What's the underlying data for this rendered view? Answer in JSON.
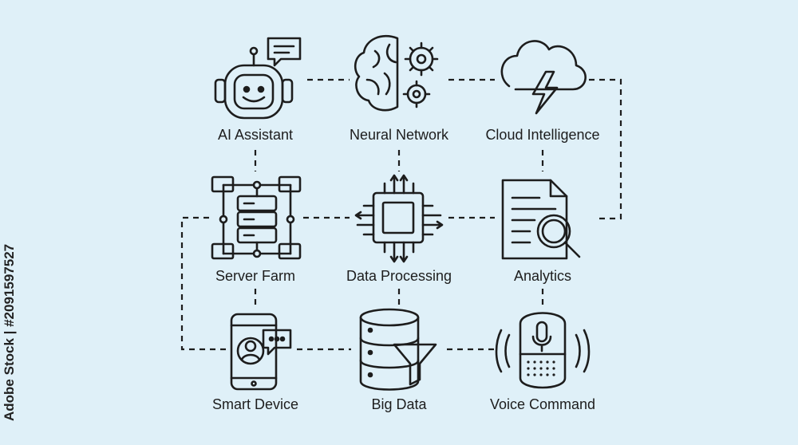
{
  "nodes": {
    "ai_assistant": {
      "label": "AI Assistant",
      "icon": "robot-chat-icon"
    },
    "neural_network": {
      "label": "Neural Network",
      "icon": "brain-gears-icon"
    },
    "cloud_intelligence": {
      "label": "Cloud Intelligence",
      "icon": "cloud-lightning-icon"
    },
    "server_farm": {
      "label": "Server Farm",
      "icon": "server-network-icon"
    },
    "data_processing": {
      "label": "Data Processing",
      "icon": "cpu-chip-icon"
    },
    "analytics": {
      "label": "Analytics",
      "icon": "document-magnifier-icon"
    },
    "smart_device": {
      "label": "Smart Device",
      "icon": "smartphone-chat-icon"
    },
    "big_data": {
      "label": "Big Data",
      "icon": "database-funnel-icon"
    },
    "voice_command": {
      "label": "Voice Command",
      "icon": "smart-speaker-icon"
    }
  },
  "watermark": {
    "stock_id": "Adobe Stock | #2091597527"
  },
  "colors": {
    "background": "#dff0f8",
    "stroke": "#1d1d1d"
  }
}
